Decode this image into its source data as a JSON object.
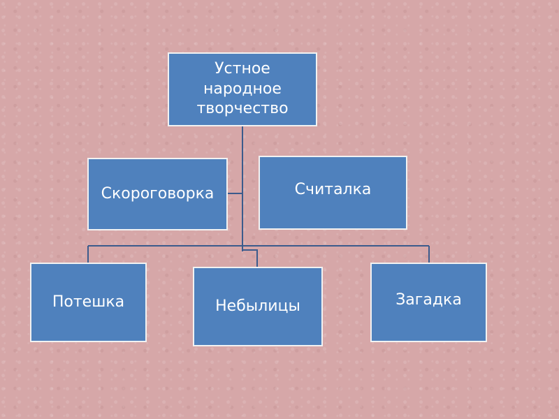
{
  "root": {
    "label": "Устное народное творчество"
  },
  "nodes": {
    "skorogovorka": "Скороговорка",
    "schitalka": "Считалка",
    "poteshka": "Потешка",
    "nebylitsy": "Небылицы",
    "zagadka": "Загадка"
  },
  "colors": {
    "box": "#4f81bd",
    "connector": "#3b5b8c",
    "background": "#d6a7a8"
  }
}
